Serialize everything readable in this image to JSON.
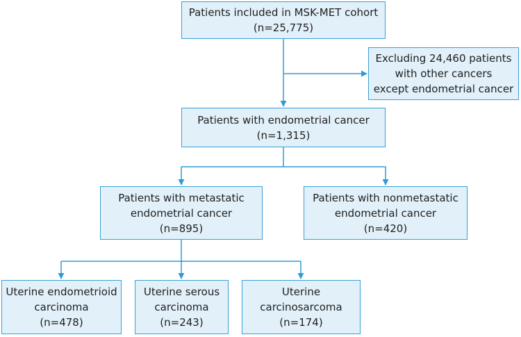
{
  "colors": {
    "box_fill": "#e1f0f9",
    "box_border": "#3a9fd6",
    "arrow": "#2c9bd6",
    "text": "#1f1f1f"
  },
  "nodes": {
    "cohort": {
      "lines": [
        "Patients included in MSK-MET cohort",
        "(n=25,775)"
      ]
    },
    "excluded": {
      "lines": [
        "Excluding 24,460 patients",
        "with other cancers",
        "except endometrial cancer"
      ]
    },
    "endometrial": {
      "lines": [
        "Patients with endometrial cancer",
        "(n=1,315)"
      ]
    },
    "metastatic": {
      "lines": [
        "Patients with metastatic",
        "endometrial cancer",
        "(n=895)"
      ]
    },
    "nonmetastatic": {
      "lines": [
        "Patients with nonmetastatic",
        "endometrial cancer",
        "(n=420)"
      ]
    },
    "endometrioid": {
      "lines": [
        "Uterine endometrioid",
        "carcinoma",
        "(n=478)"
      ]
    },
    "serous": {
      "lines": [
        "Uterine serous",
        "carcinoma",
        "(n=243)"
      ]
    },
    "carcinosarcoma": {
      "lines": [
        "Uterine",
        "carcinosarcoma",
        "(n=174)"
      ]
    }
  }
}
